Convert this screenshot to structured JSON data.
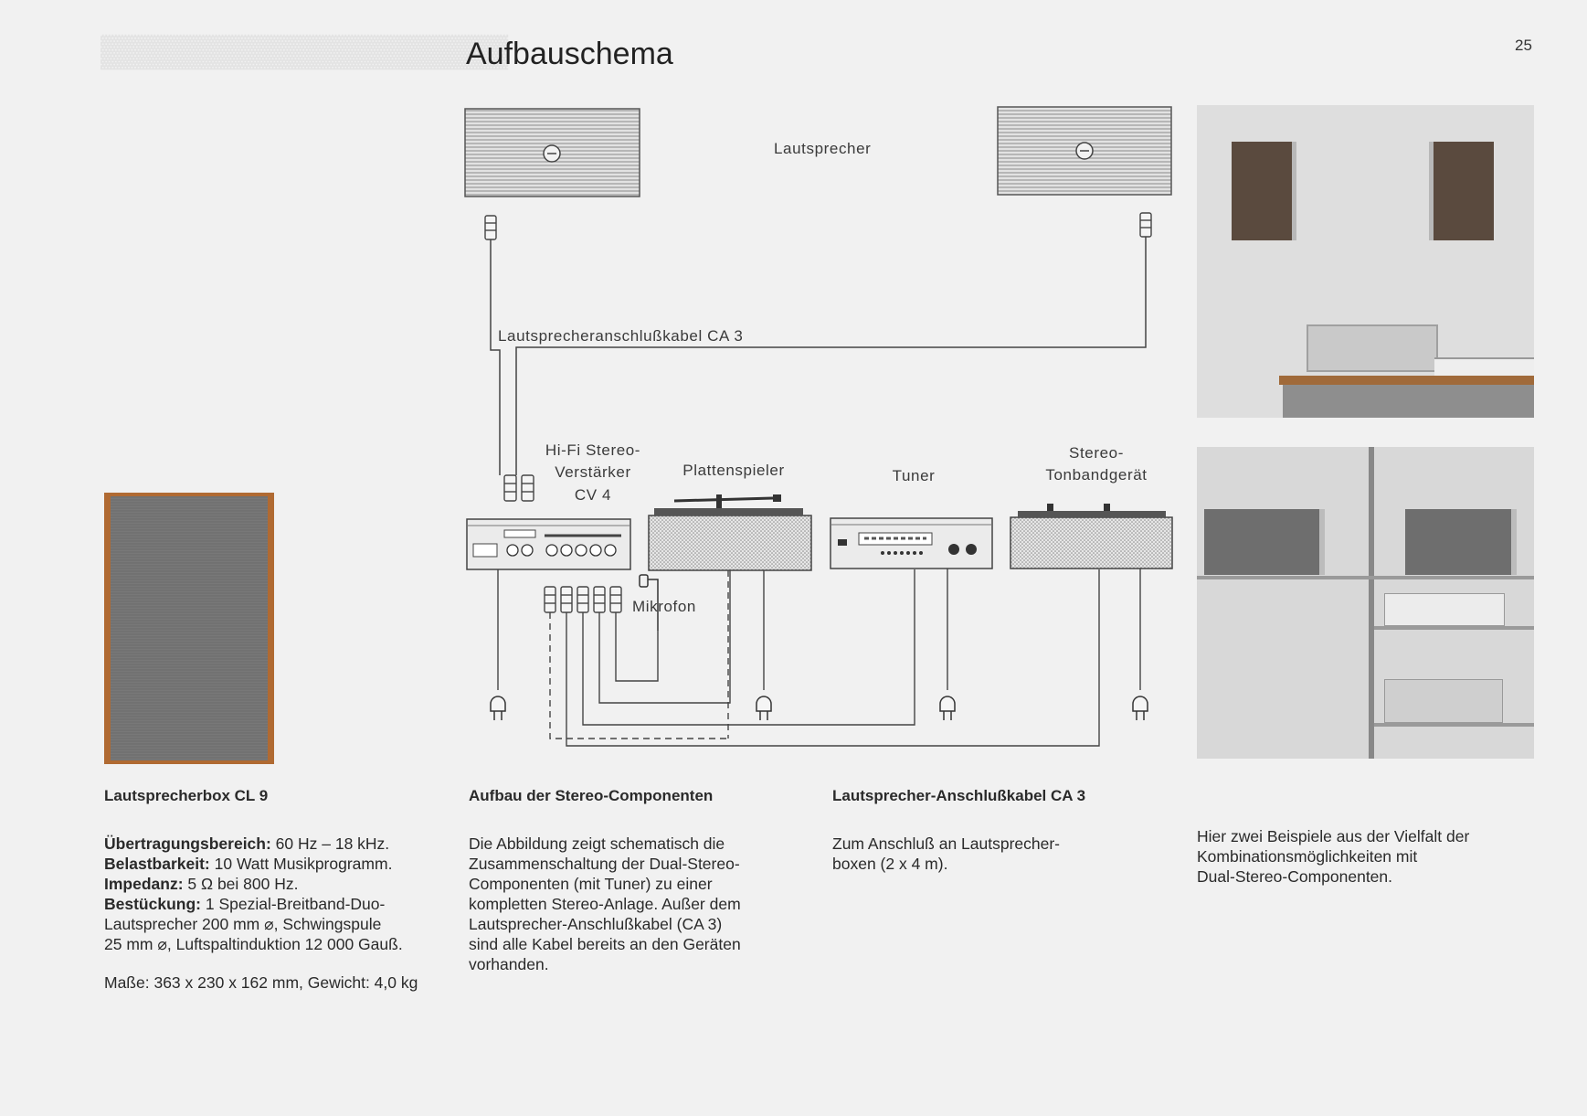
{
  "page": {
    "number": "25",
    "title": "Aufbauschema"
  },
  "diagram": {
    "labels": {
      "speakers": "Lautsprecher",
      "cable": "Lautsprecheranschlußkabel CA 3",
      "amplifier": [
        "Hi-Fi Stereo-",
        "Verstärker",
        "CV 4"
      ],
      "turntable": "Plattenspieler",
      "tuner": "Tuner",
      "tape": [
        "Stereo-",
        "Tonbandgerät"
      ],
      "microphone": "Mikrofon"
    }
  },
  "columns": {
    "speaker_box": {
      "heading": "Lautsprecherbox CL 9",
      "specs": [
        {
          "label": "Übertragungsbereich:",
          "value": " 60 Hz – 18 kHz."
        },
        {
          "label": "Belastbarkeit:",
          "value": " 10 Watt Musikprogramm."
        },
        {
          "label": "Impedanz:",
          "value": " 5 Ω bei 800 Hz."
        },
        {
          "label": "Bestückung:",
          "value": " 1 Spezial-Breitband-Duo-"
        }
      ],
      "spec_cont": [
        "Lautsprecher 200 mm ⌀, Schwingspule",
        "25 mm ⌀, Luftspaltinduktion 12 000 Gauß."
      ],
      "dimensions": "Maße: 363 x 230 x 162 mm, Gewicht: 4,0 kg"
    },
    "assembly": {
      "heading": "Aufbau der Stereo-Componenten",
      "lines": [
        "Die Abbildung zeigt schematisch die",
        "Zusammenschaltung der Dual-Stereo-",
        "Componenten (mit Tuner) zu einer",
        "kompletten Stereo-Anlage. Außer dem",
        "Lautsprecher-Anschlußkabel (CA 3)",
        "sind alle Kabel bereits an den Geräten",
        "vorhanden."
      ]
    },
    "cable": {
      "heading": "Lautsprecher-Anschlußkabel CA 3",
      "lines": [
        "Zum Anschluß an Lautsprecher-",
        "boxen (2 x 4 m)."
      ]
    },
    "examples": {
      "lines": [
        "Hier zwei Beispiele aus der Vielfalt der",
        "Kombinationsmöglichkeiten mit",
        "Dual-Stereo-Componenten."
      ]
    }
  }
}
